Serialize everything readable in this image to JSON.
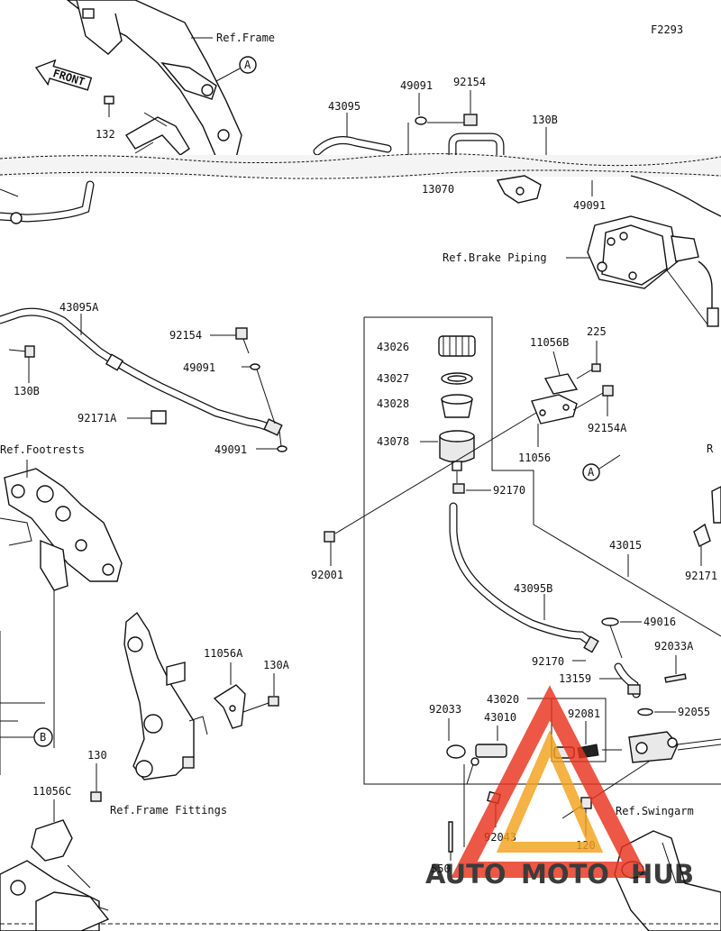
{
  "diagram_id": "F2293",
  "front_label": "FRONT",
  "refs": {
    "frame": "Ref.Frame",
    "brake_piping": "Ref.Brake Piping",
    "footrests": "Ref.Footrests",
    "frame_fittings": "Ref.Frame Fittings",
    "swingarm": "Ref.Swingarm",
    "edge_r": "R"
  },
  "markers": {
    "a": "A",
    "b": "B"
  },
  "parts": {
    "p132": "132",
    "p43095": "43095",
    "p49091_top": "49091",
    "p92154_top": "92154",
    "p130b_top": "130B",
    "p13070": "13070",
    "p49091_right": "49091",
    "p43095a": "43095A",
    "p130b_left": "130B",
    "p92154_mid": "92154",
    "p49091_mid1": "49091",
    "p92171a": "92171A",
    "p49091_mid2": "49091",
    "p43026": "43026",
    "p43027": "43027",
    "p43028": "43028",
    "p43078": "43078",
    "p11056b": "11056B",
    "p225": "225",
    "p92154a": "92154A",
    "p11056": "11056",
    "p92170_top": "92170",
    "p92001": "92001",
    "p43015": "43015",
    "p92171_edge": "92171",
    "p43095b": "43095B",
    "p49016": "49016",
    "p92170_bot": "92170",
    "p92033a": "92033A",
    "p13159": "13159",
    "p43020": "43020",
    "p92033": "92033",
    "p43010": "43010",
    "p92081": "92081",
    "p92055": "92055",
    "p92043": "92043",
    "p120": "120",
    "p550": "550",
    "p11056a": "11056A",
    "p130a": "130A",
    "p130": "130",
    "p11056c": "11056C"
  },
  "watermark": {
    "part1": "AUTO",
    "part2": "MOTO",
    "part3": "HUB",
    "color_red": "#e8331e",
    "color_orange": "#f3a21d",
    "color_gray": "#8c8c8c"
  }
}
